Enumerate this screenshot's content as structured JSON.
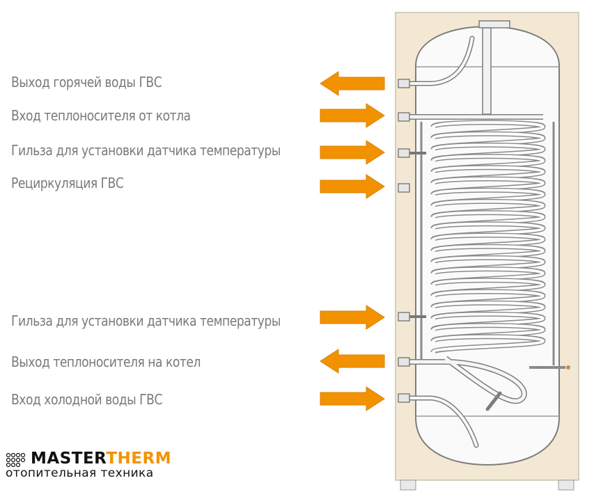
{
  "labels": [
    "Выход горячей воды ГВС",
    "Вход теплоносителя от котла",
    "Гильза для установки датчика температуры",
    "Рециркуляция ГВС",
    "Гильза для установки датчика температуры",
    "Выход теплоносителя на котел",
    "Вход холодной воды ГВС"
  ],
  "arrow_directions": [
    "left",
    "right",
    "right",
    "right",
    "right",
    "left",
    "right"
  ],
  "logo": {
    "master": "MASTER",
    "therm": "THERM",
    "tagline": "отопительная техника"
  },
  "colors": {
    "arrow": "#f39200",
    "insulation": "#f3e8d3",
    "tank": "#fafafa",
    "line": "#8a8a8a"
  }
}
